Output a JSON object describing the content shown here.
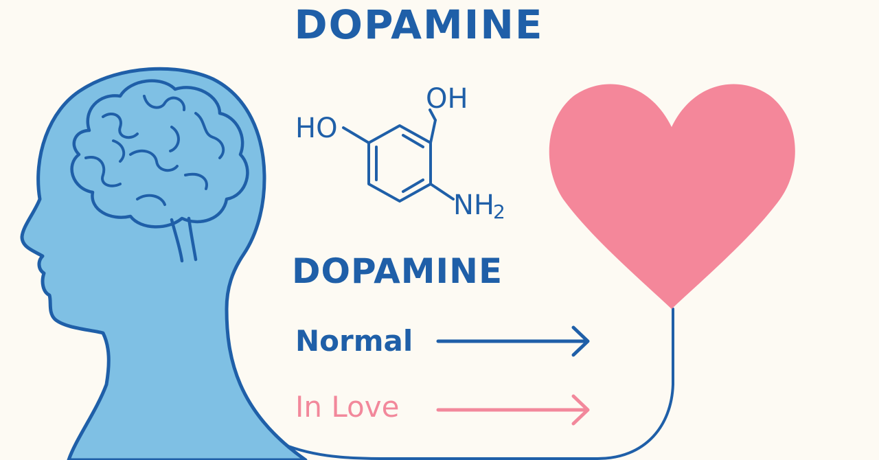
{
  "title": "DOPAMINE",
  "molecule": {
    "group_hydroxyl_left": "HO",
    "group_hydroxyl_top": "OH",
    "group_amine": "NH",
    "amine_subscript": "2"
  },
  "subtitle": "DOPAMINE",
  "levels": [
    {
      "label": "Normal",
      "color": "#1f5fa8"
    },
    {
      "label": "In Love",
      "color": "#f2889b"
    }
  ],
  "colors": {
    "head_fill": "#7fc0e4",
    "outline": "#1f5fa8",
    "heart": "#f4879a",
    "background": "#fdfaf3"
  }
}
